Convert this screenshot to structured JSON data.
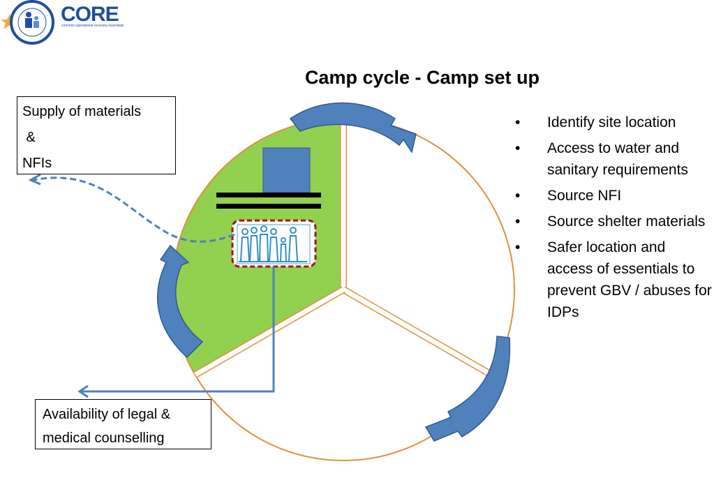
{
  "logo": {
    "name": "CORE",
    "tagline": "common operational recovery essentials"
  },
  "title": "Camp cycle - Camp set up",
  "supply_box": {
    "lines": [
      "Supply of materials",
      " &",
      "NFIs"
    ]
  },
  "legal_box": {
    "lines": [
      "Availability of legal &",
      "medical counselling"
    ]
  },
  "bullets": [
    "Identify site location",
    "Access to water and sanitary requirements",
    "Source NFI",
    "Source shelter materials",
    "Safer location and access of essentials to prevent GBV / abuses for IDPs"
  ],
  "bullet_glyph": "•",
  "colors": {
    "segment_fill": "#92d050",
    "circle_stroke": "#e0913e",
    "arrow_fill": "#4f81bd",
    "arrow_stroke": "#2f5a8f",
    "shelter_fill": "#4f81bd",
    "dashed_frame": "#a31515",
    "people_stroke": "#2e8fc8",
    "connector": "#4f81bd",
    "logo_blue": "#1f4e9c",
    "logo_orange": "#f2a93b"
  }
}
